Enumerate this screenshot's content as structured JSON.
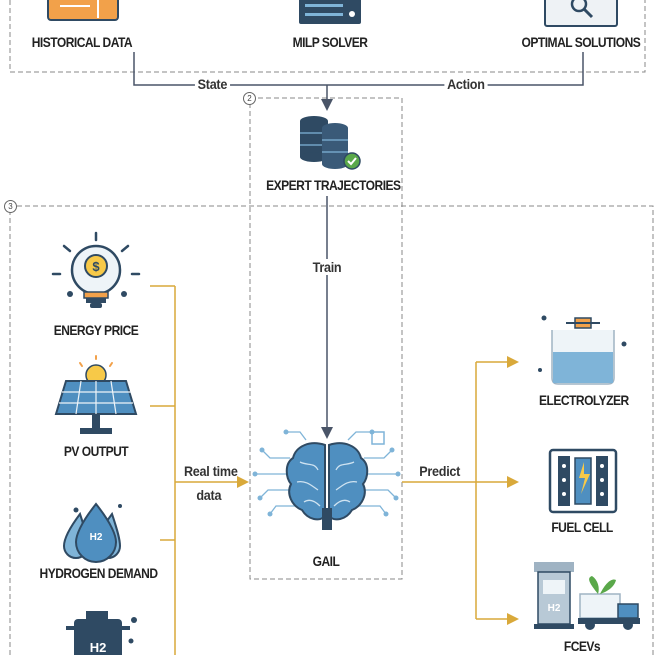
{
  "section_numbers": {
    "expert": "2",
    "realtime": "3"
  },
  "labels": {
    "historical_data": "HISTORICAL DATA",
    "milp_solver": "MILP SOLVER",
    "optimal_solutions": "OPTIMAL SOLUTIONS",
    "expert_trajectories": "EXPERT TRAJECTORIES",
    "energy_price": "ENERGY PRICE",
    "pv_output": "PV OUTPUT",
    "hydrogen_demand": "HYDROGEN DEMAND",
    "gail": "GAIL",
    "electrolyzer": "ELECTROLYZER",
    "fuel_cell": "FUEL CELL",
    "fcevs": "FCEVs"
  },
  "connectors": {
    "state": "State",
    "action": "Action",
    "train": "Train",
    "real_time_line1": "Real time",
    "real_time_line2": "data",
    "predict": "Predict"
  },
  "icon_text": {
    "h2": "H2"
  },
  "colors": {
    "dash_border": "#8a8a8a",
    "arrow_dark": "#4a5568",
    "arrow_gold": "#d9a93a",
    "icon_navy": "#2f4a63",
    "icon_orange": "#f2a14a",
    "icon_blue": "#7fb4d8",
    "icon_yellow": "#f7c948",
    "brain_blue": "#4f8fc0",
    "icon_green": "#5aa84a"
  }
}
